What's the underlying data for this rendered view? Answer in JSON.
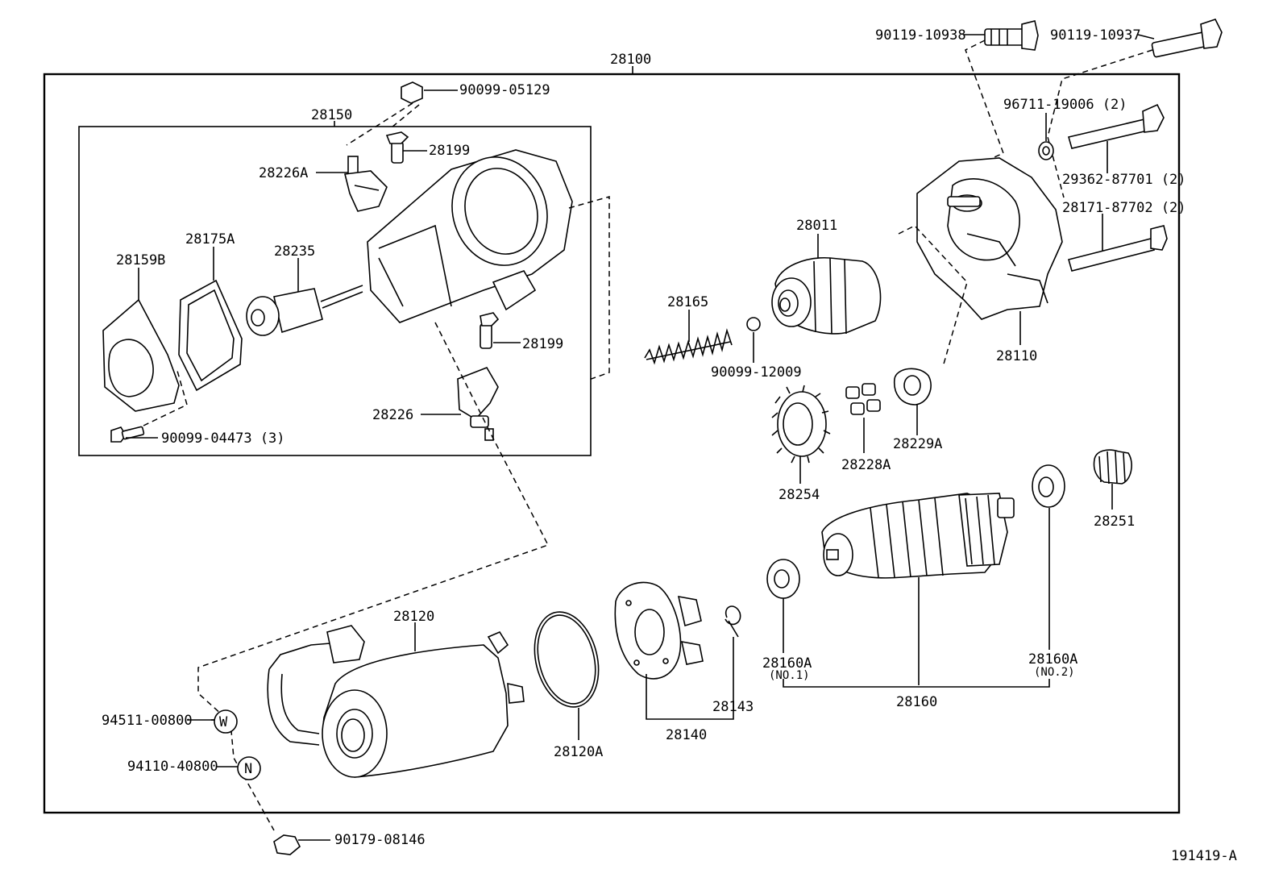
{
  "diagram_id": "191419-A",
  "labels": {
    "assy_28100": "28100",
    "sub_28150": "28150",
    "p_90119_10938": "90119-10938",
    "p_90119_10937": "90119-10937",
    "p_90099_05129": "90099-05129",
    "p_96711_19006": "96711-19006 (2)",
    "p_29362_87701": "29362-87701 (2)",
    "p_28171_87702": "28171-87702 (2)",
    "p_28199_a": "28199",
    "p_28199_b": "28199",
    "p_28226A": "28226A",
    "p_28226": "28226",
    "p_28175A": "28175A",
    "p_28159B": "28159B",
    "p_28235": "28235",
    "p_90099_04473": "90099-04473 (3)",
    "p_28011": "28011",
    "p_28165": "28165",
    "p_90099_12009": "90099-12009",
    "p_28110": "28110",
    "p_28254": "28254",
    "p_28228A": "28228A",
    "p_28229A": "28229A",
    "p_28251": "28251",
    "p_28120": "28120",
    "p_28120A": "28120A",
    "p_28140": "28140",
    "p_28143": "28143",
    "p_28160A_1": "28160A",
    "p_28160A_1_note": "(NO.1)",
    "p_28160A_2": "28160A",
    "p_28160A_2_note": "(NO.2)",
    "p_28160": "28160",
    "p_94511_00800": "94511-00800",
    "p_94110_40800": "94110-40800",
    "p_90179_08146": "90179-08146",
    "circle_w": "W",
    "circle_n": "N"
  }
}
